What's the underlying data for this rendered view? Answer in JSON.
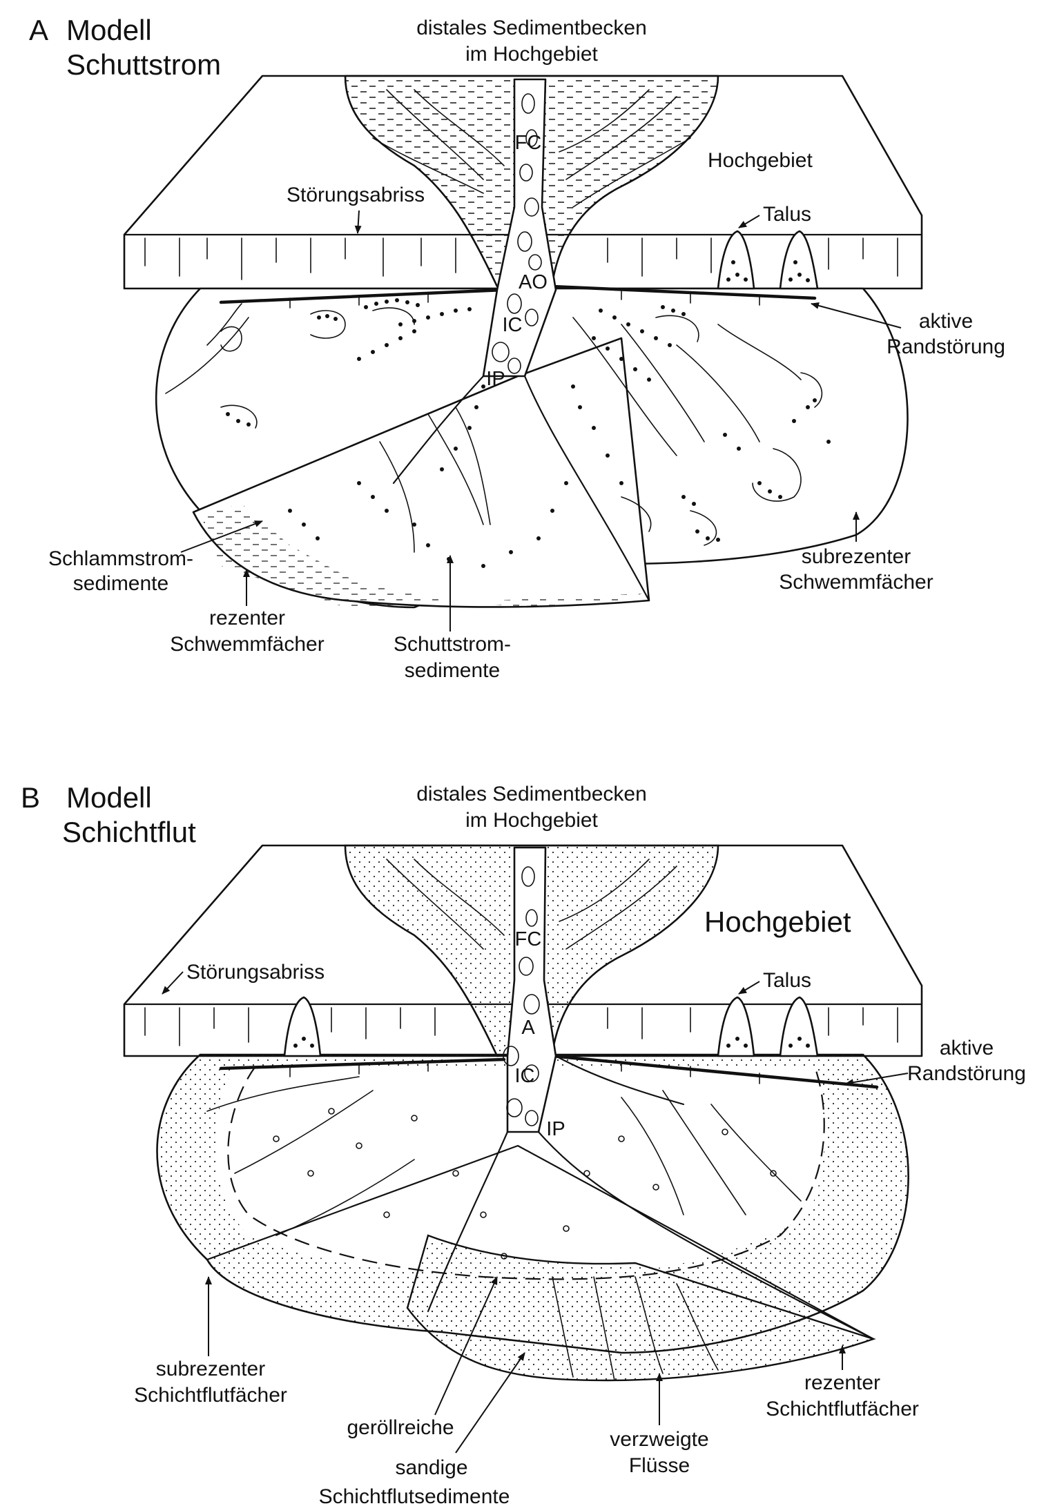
{
  "panel_a": {
    "letter": "A",
    "title_1": "Modell",
    "title_2": "Schuttstrom",
    "basin_1": "distales Sedimentbecken",
    "basin_2": "im Hochgebiet",
    "highland": "Hochgebiet",
    "fault_scarp": "Störungsabriss",
    "talus": "Talus",
    "active_fault_1": "aktive",
    "active_fault_2": "Randstörung",
    "mudflow_1": "Schlammstrom-",
    "mudflow_2": "sedimente",
    "recent_fan_1": "rezenter",
    "recent_fan_2": "Schwemmfächer",
    "debris_1": "Schuttstrom-",
    "debris_2": "sedimente",
    "subrecent_fan_1": "subrezenter",
    "subrecent_fan_2": "Schwemmfächer",
    "code_fc": "FC",
    "code_ao": "AO",
    "code_ic": "IC",
    "code_ip": "IP"
  },
  "panel_b": {
    "letter": "B",
    "title_1": "Modell",
    "title_2": "Schichtflut",
    "basin_1": "distales Sedimentbecken",
    "basin_2": "im Hochgebiet",
    "highland": "Hochgebiet",
    "fault_scarp": "Störungsabriss",
    "talus": "Talus",
    "active_fault_1": "aktive",
    "active_fault_2": "Randstörung",
    "subrecent_fan_1": "subrezenter",
    "subrecent_fan_2": "Schichtflutfächer",
    "recent_fan_1": "rezenter",
    "recent_fan_2": "Schichtflutfächer",
    "gravel": "geröllreiche",
    "sandy": "sandige",
    "sheetflood_sed": "Schichtflutsedimente",
    "braided_1": "verzweigte",
    "braided_2": "Flüsse",
    "code_fc": "FC",
    "code_a": "A",
    "code_ic": "IC",
    "code_ip": "IP"
  }
}
